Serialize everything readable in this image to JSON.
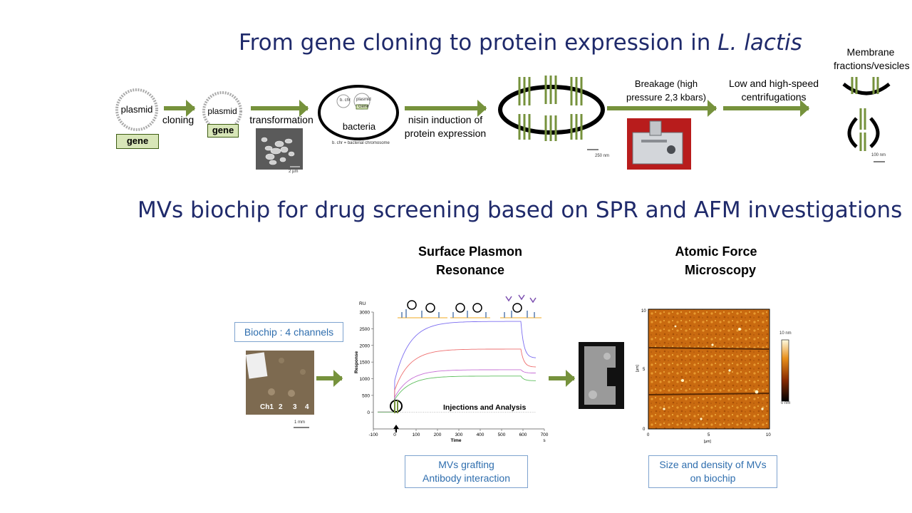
{
  "titles": {
    "top_main": "From gene cloning to protein expression in ",
    "top_italic": "L. lactis",
    "bottom": "MVs biochip for drug screening based on SPR and AFM investigations"
  },
  "workflow": {
    "plasmid1": "plasmid",
    "gene1": "gene",
    "cloning": "cloning",
    "plasmid2": "plasmid",
    "gene2": "gene",
    "transformation": "transformation",
    "scale_2um": "2 µm",
    "bacteria": "bacteria",
    "bchr": "b. chr",
    "plasmid_small": "plasmid",
    "gene_small": "Gene",
    "bchr_legend": "b. chr = bacterial chromosome",
    "nisin": "nisin induction of protein expression",
    "scale_250": "250 nm",
    "breakage": "Breakage (high pressure 2,3 kbars)",
    "centrifugation": "Low and high-speed centrifugations",
    "membrane": "Membrane fractions/vesicles",
    "scale_100": "100 nm"
  },
  "biochip": {
    "label": "Biochip : 4 channels",
    "channels": [
      "Ch1",
      "2",
      "3",
      "4"
    ],
    "scale": "1 mm"
  },
  "spr": {
    "heading_line1": "Surface Plasmon",
    "heading_line2": "Resonance",
    "box_line1": "MVs grafting",
    "box_line2": "Antibody interaction",
    "annotation": "Injections and Analysis"
  },
  "afm": {
    "heading_line1": "Atomic Force",
    "heading_line2": "Microscopy",
    "box_line1": "Size and density of MVs",
    "box_line2": "on biochip",
    "x_unit": "[µm]",
    "y_unit": "[µm]",
    "x_ticks": [
      "0",
      "5",
      "10"
    ],
    "y_ticks": [
      "0",
      "5",
      "10"
    ],
    "cbar_top": "10 nm",
    "cbar_bottom": "0 nm"
  },
  "colors": {
    "title": "#1f2a6b",
    "arrow": "#76923c",
    "box_border": "#7ea3cf",
    "box_text": "#2f6eae"
  },
  "chart_data": {
    "type": "line",
    "title": "",
    "xlabel": "Time",
    "x_unit": "s",
    "ylabel": "Response",
    "y_unit": "RU",
    "xlim": [
      -100,
      700
    ],
    "ylim": [
      -250,
      3000
    ],
    "x_ticks": [
      -100,
      0,
      100,
      200,
      300,
      400,
      500,
      600,
      700
    ],
    "y_ticks": [
      0,
      500,
      1000,
      1500,
      2000,
      2500,
      3000
    ],
    "series": [
      {
        "color": "#7b6cf0",
        "plateau": 2720,
        "end": 1620
      },
      {
        "color": "#ee6f6f",
        "plateau": 1890,
        "end": 1350
      },
      {
        "color": "#c770d6",
        "plateau": 1270,
        "end": 1170
      },
      {
        "color": "#5fbf5f",
        "plateau": 1080,
        "end": 940
      }
    ],
    "injection_start": 0,
    "injection_end": 590,
    "x_end": 660
  }
}
